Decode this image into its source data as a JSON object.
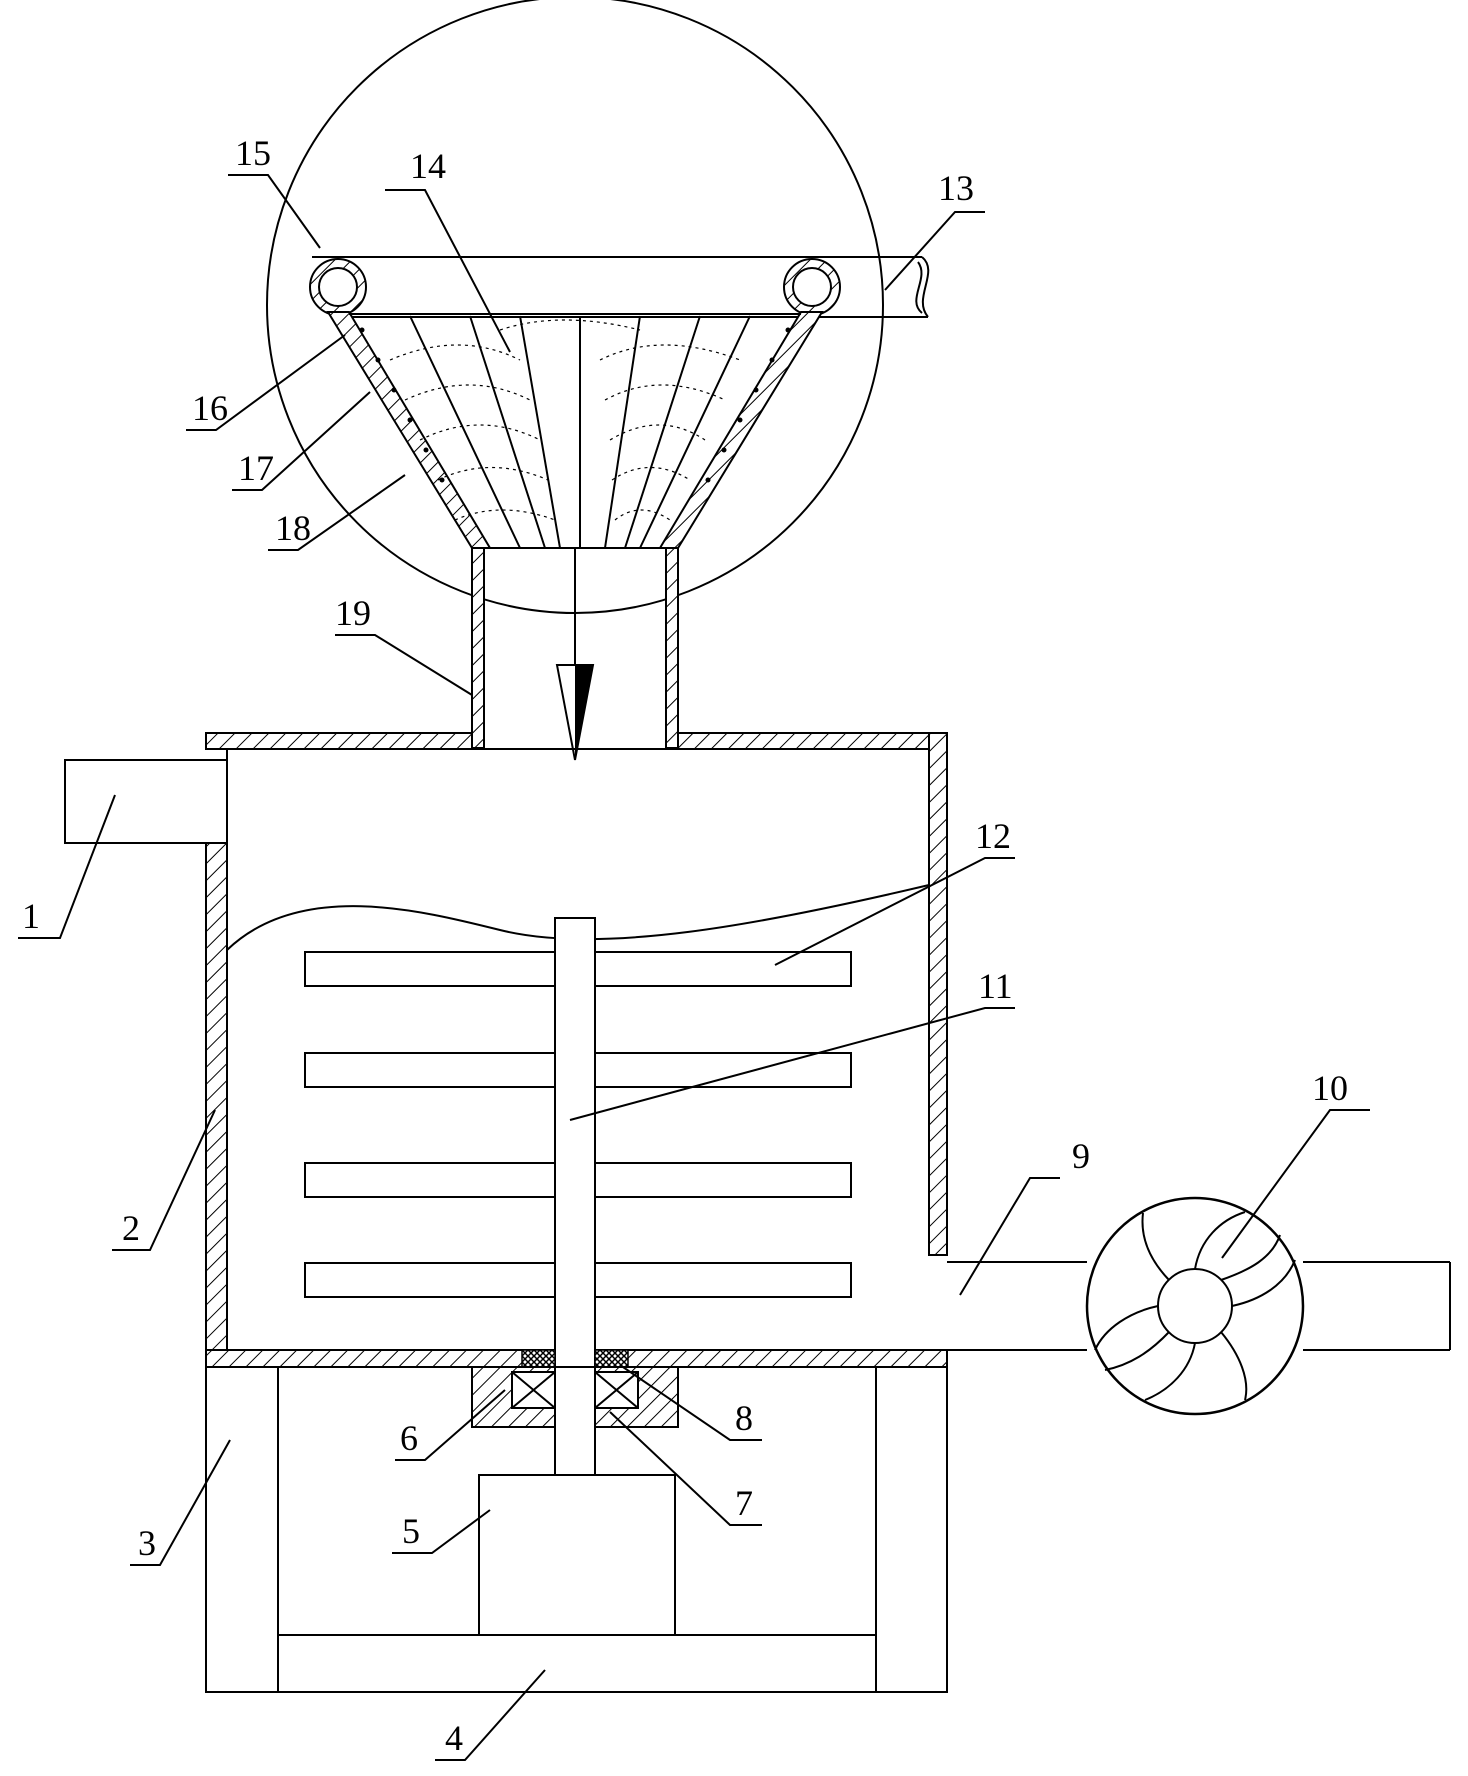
{
  "diagram": {
    "labels": [
      "1",
      "2",
      "3",
      "4",
      "5",
      "6",
      "7",
      "8",
      "9",
      "10",
      "11",
      "12",
      "13",
      "14",
      "15",
      "16",
      "17",
      "18",
      "19"
    ]
  },
  "colors": {
    "ink": "#000000",
    "background": "#ffffff"
  }
}
